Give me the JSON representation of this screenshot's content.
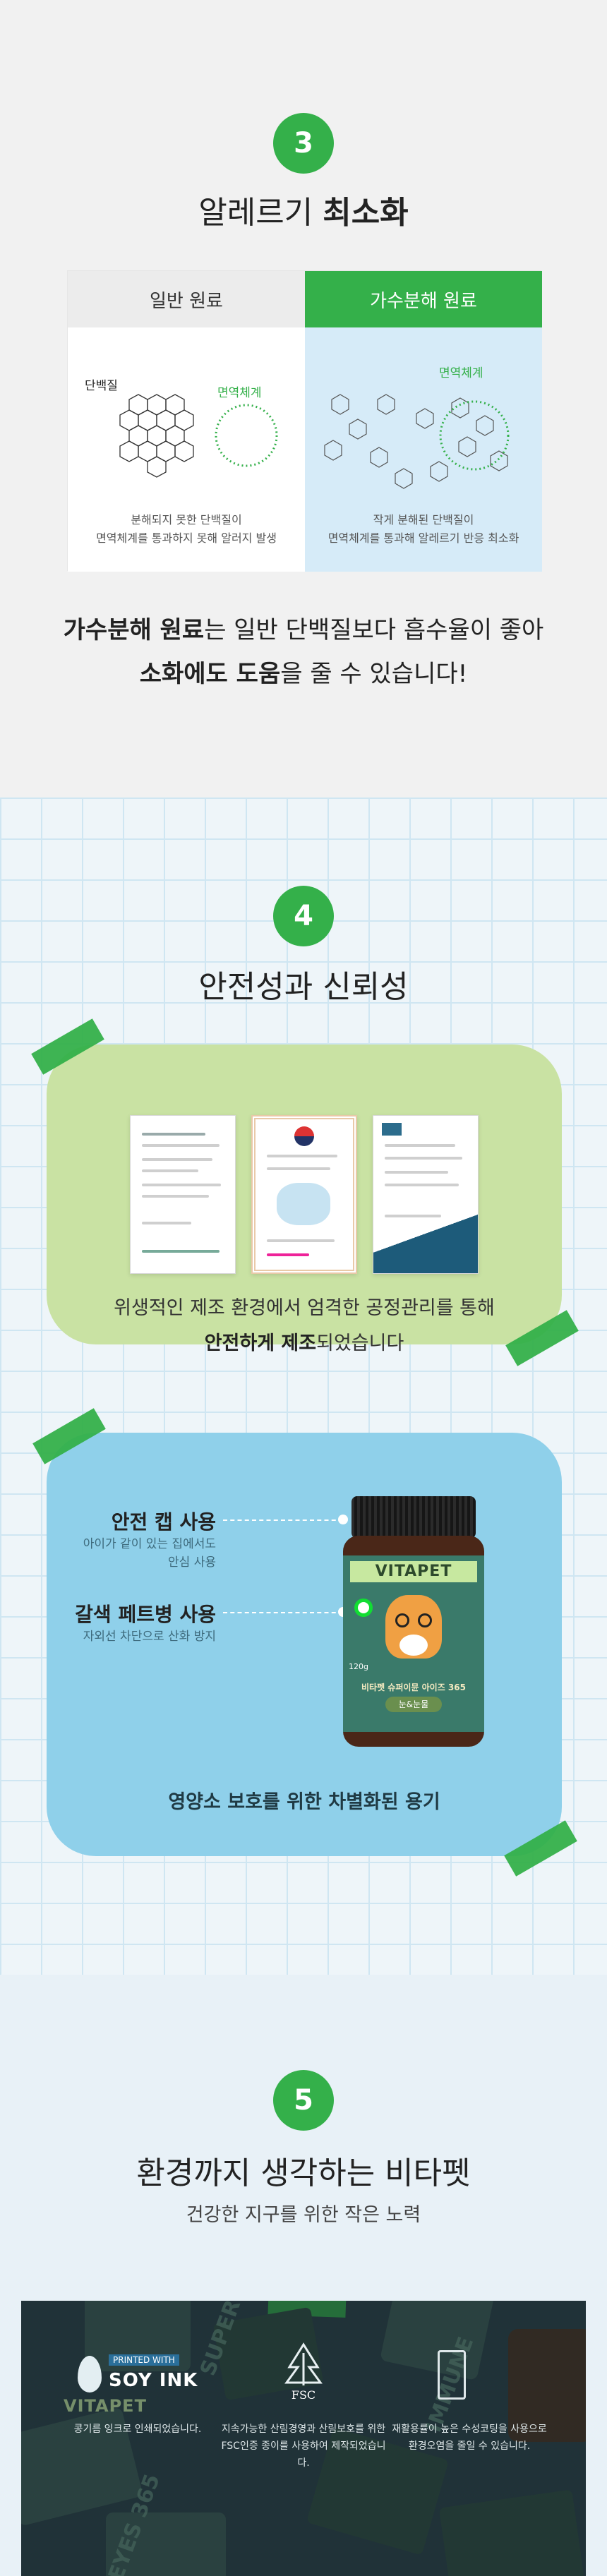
{
  "s3": {
    "num": "3",
    "title_pre": "알레르기 ",
    "title_bold": "최소화",
    "header_left": "일반 원료",
    "header_right": "가수분해 원료",
    "left_label_protein": "단백질",
    "left_label_immune": "면역체계",
    "right_label_immune": "면역체계",
    "left_caption_1": "분해되지 못한 단백질이",
    "left_caption_2": "면역체계를 통과하지 못해 알러지 발생",
    "right_caption_1": "작게 분해된 단백질이",
    "right_caption_2": "면역체계를 통과해 알레르기 반응 최소화",
    "desc_bold1": "가수분해 원료",
    "desc_rest1": "는 일반 단백질보다 흡수율이 좋아",
    "desc_bold2": "소화에도 도움",
    "desc_rest2": "을 줄 수 있습니다!"
  },
  "s4": {
    "num": "4",
    "title": "안전성과 신뢰성",
    "card1_line1": "위생적인 제조 환경에서 엄격한 공정관리를 통해",
    "card1_bold": "안전하게 제조",
    "card1_rest": "되었습니다",
    "feat1_title": "안전 캡 사용",
    "feat1_desc1": "아이가 같이 있는 집에서도",
    "feat1_desc2": "안심 사용",
    "feat2_title": "갈색 페트병 사용",
    "feat2_desc": "자외선 차단으로 산화 방지",
    "bottle_brand": "VITAPET",
    "bottle_name": "비타펫 슈퍼이뮨 아이즈 365",
    "bottle_badge": "눈&눈물",
    "bottle_weight": "120g",
    "card2_caption": "영양소 보호를 위한 차별화된 용기"
  },
  "s5": {
    "num": "5",
    "title": "환경까지 생각하는 비타펫",
    "subtitle": "건강한 지구를 위한 작은 노력",
    "soy_printed": "PRINTED WITH",
    "soy_ink": "SOY INK",
    "soy_desc": "콩기름 잉크로 인쇄되었습니다.",
    "fsc_label": "FSC",
    "fsc_desc1": "지속가능한 산림경영과 산림보호를 위한",
    "fsc_desc2": "FSC인증 종이를 사용하여 제작되었습니다.",
    "recycle_desc1": "재활용률이 높은 수성코팅을 사용으로",
    "recycle_desc2": "환경오염을 줄일 수 있습니다.",
    "box_text1": "SUPER",
    "box_text2": "IMMUNE",
    "box_text3": "EYES 365",
    "jar_brand": "VITAPET"
  },
  "colors": {
    "green": "#34b04a",
    "blue_accent": "#9fd3ea",
    "card_green": "#c9e2a3",
    "card_blue": "#8fd0ea"
  }
}
